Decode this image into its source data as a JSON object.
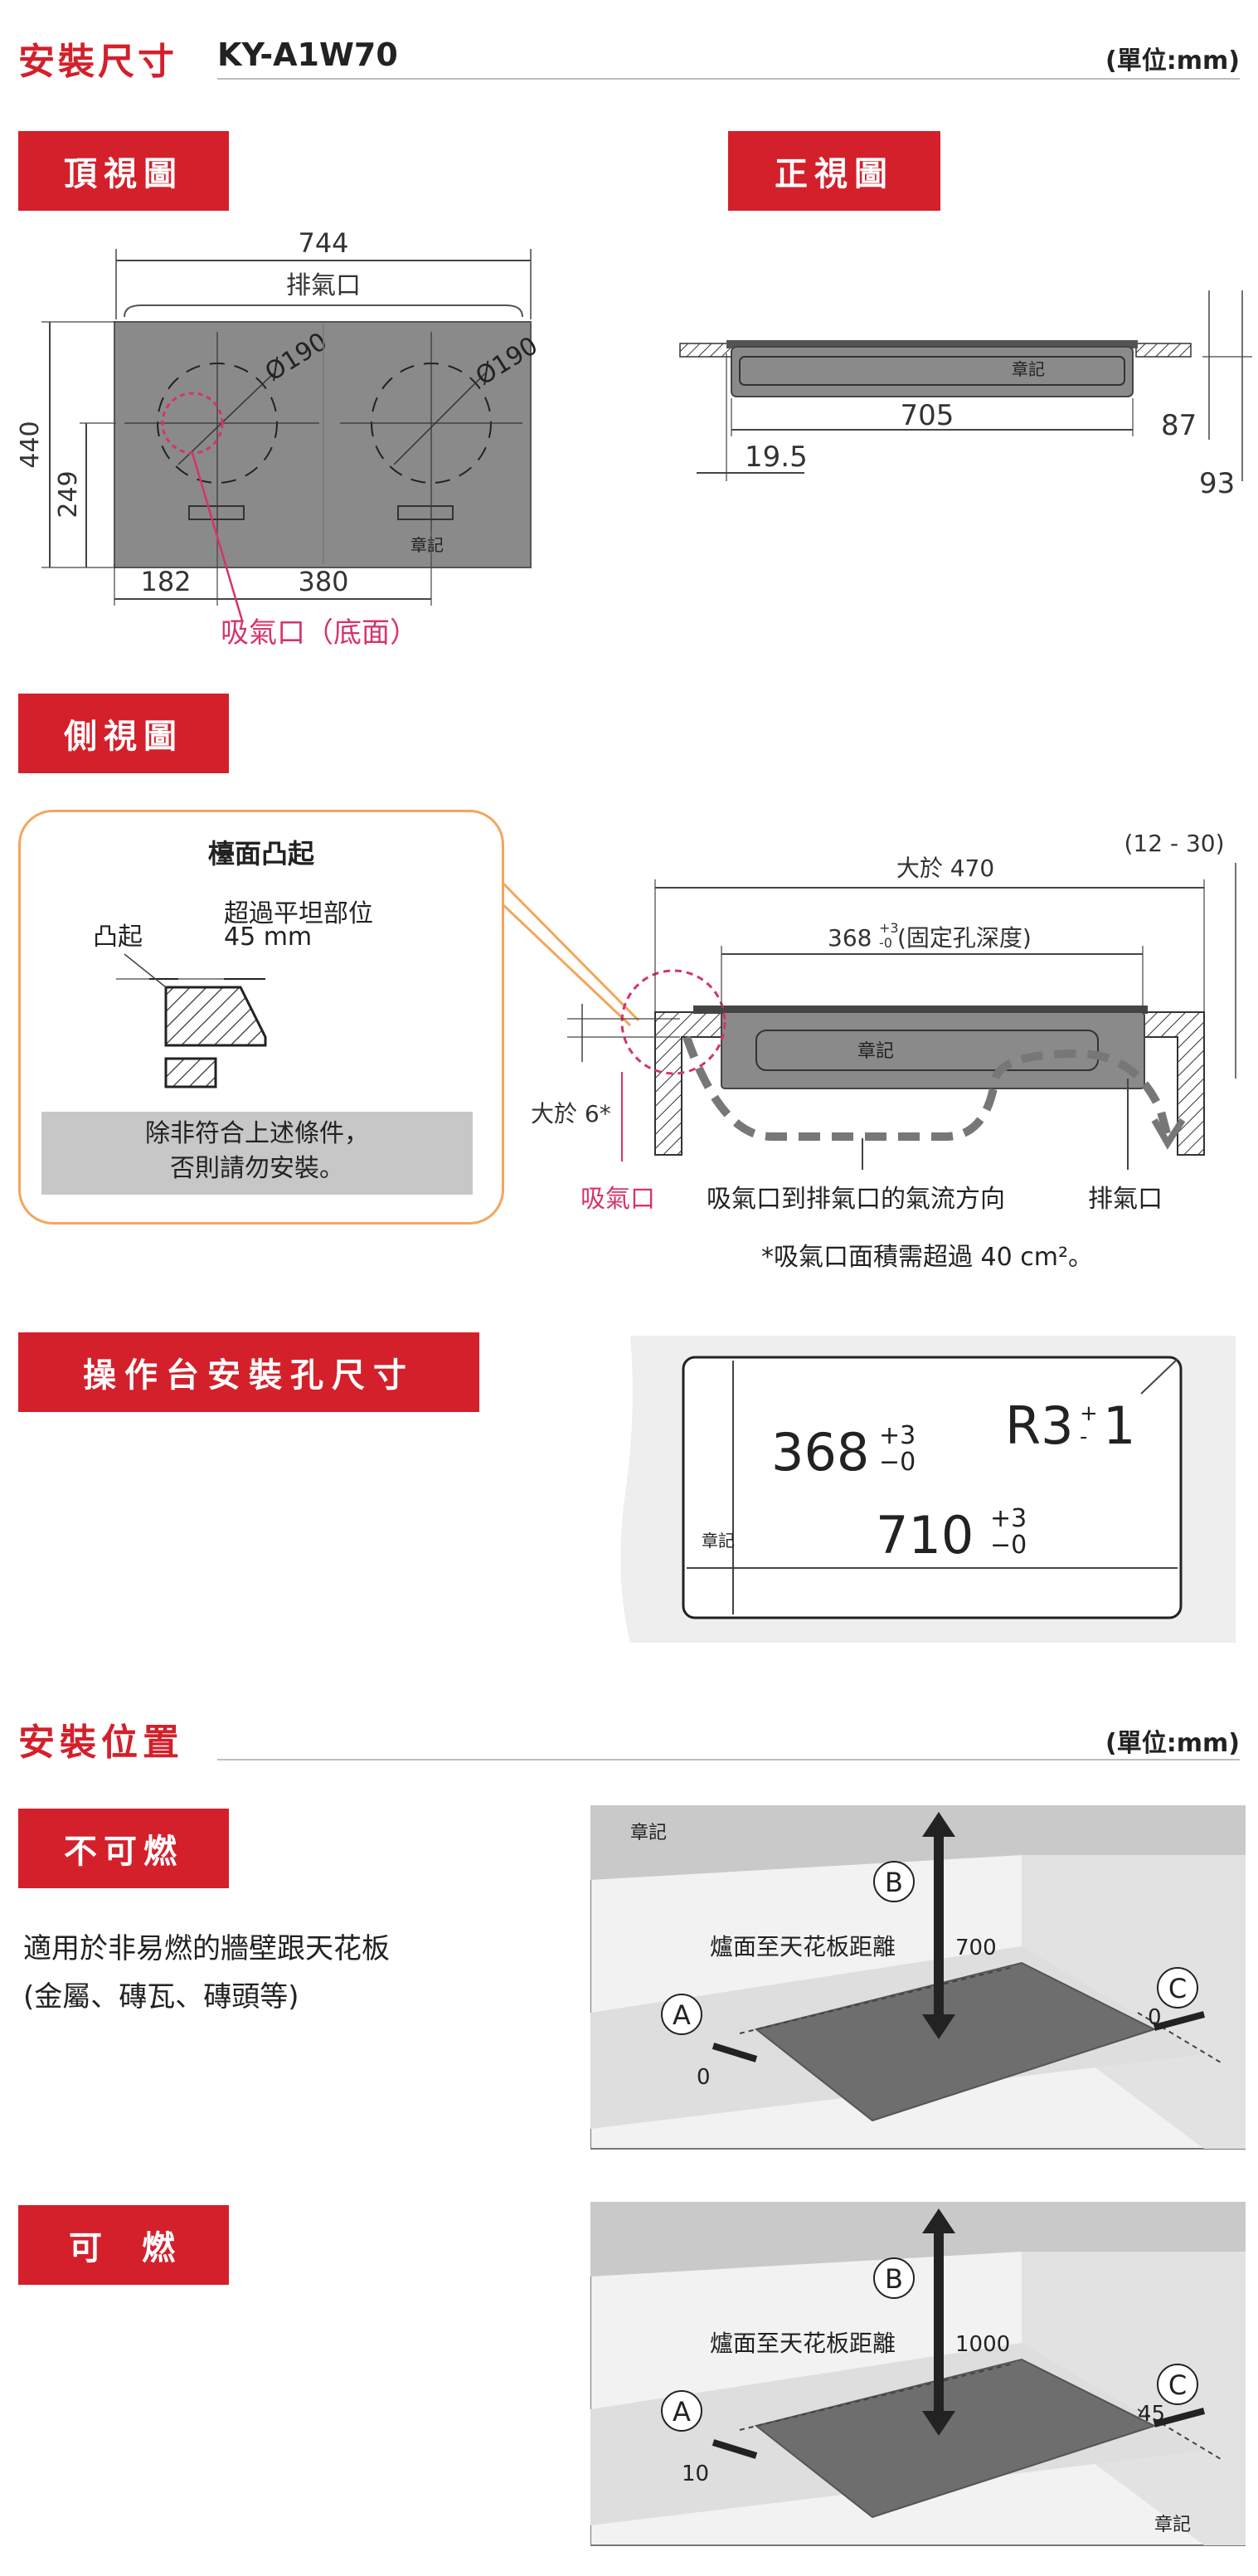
{
  "header": {
    "title": "安裝尺寸",
    "model": "KY-A1W70",
    "unit": "(單位:mm)"
  },
  "top_view": {
    "tab": "頂視圖",
    "width": "744",
    "exhaust": "排氣口",
    "depth": "440",
    "inner_depth": "249",
    "left_offset": "182",
    "spacing": "380",
    "burner_left": "Ø190",
    "burner_right": "Ø190",
    "logo": "章記",
    "intake_label": "吸氣口（底面）"
  },
  "front_view": {
    "tab": "正視圖",
    "width": "705",
    "edge": "19.5",
    "height_a": "87",
    "height_b": "93",
    "logo": "章記"
  },
  "side_view": {
    "tab": "側視圖",
    "callout": {
      "title": "檯面凸起",
      "bump_label": "凸起",
      "over_label": "超過平坦部位",
      "over_value": "45 mm",
      "note_line1": "除非符合上述條件，",
      "note_line2": "否則請勿安裝。"
    },
    "depth_total": "大於 470",
    "range": "(12 - 30)",
    "hole_depth_num": "368",
    "hole_depth_tol_plus": "+3",
    "hole_depth_tol_minus": "-0",
    "hole_depth_label": "(固定孔深度)",
    "gap_label": "大於 6*",
    "logo": "章記",
    "intake": "吸氣口",
    "flow": "吸氣口到排氣口的氣流方向",
    "exhaust": "排氣口",
    "footnote": "*吸氣口面積需超過 40 cm²。"
  },
  "cutout": {
    "tab": "操作台安裝孔尺寸",
    "depth": "368",
    "depth_tol_plus": "+3",
    "depth_tol_minus": "−0",
    "radius": "R3",
    "radius_tol_plus": "+",
    "radius_tol_minus": "-",
    "radius_tol_val": "1",
    "width": "710",
    "width_tol_plus": "+3",
    "width_tol_minus": "−0",
    "logo": "章記"
  },
  "position": {
    "title": "安裝位置",
    "unit": "(單位:mm)",
    "noncombustible": {
      "tab": "不可燃",
      "desc1": "適用於非易燃的牆壁跟天花板",
      "desc2": "(金屬、磚瓦、磚頭等)",
      "logo": "章記",
      "ceiling_label": "爐面至天花板距離",
      "ceiling_value": "700",
      "label_a": "A",
      "label_b": "B",
      "label_c": "C",
      "value_a": "0",
      "value_c": "0"
    },
    "combustible": {
      "tab": "可　燃",
      "logo": "章記",
      "ceiling_label": "爐面至天花板距離",
      "ceiling_value": "1000",
      "label_a": "A",
      "label_b": "B",
      "label_c": "C",
      "value_a": "10",
      "value_c": "45"
    }
  }
}
